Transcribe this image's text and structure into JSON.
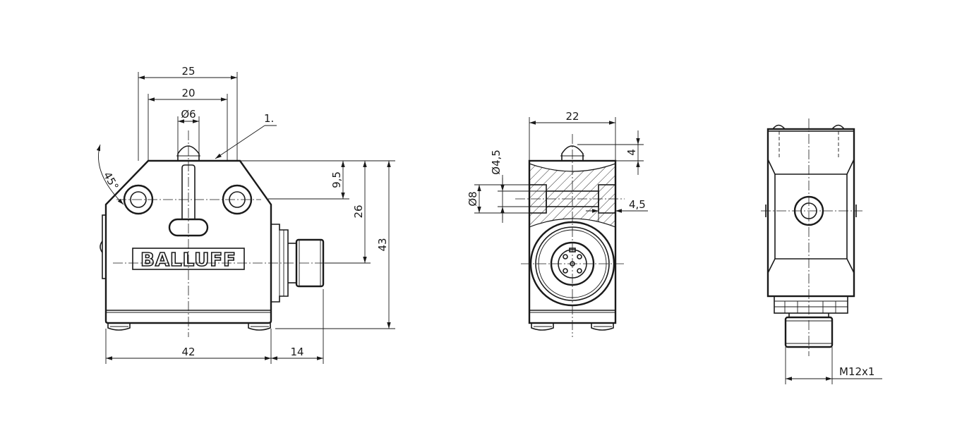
{
  "brand": {
    "logo_text": "BALLUFF"
  },
  "front_view": {
    "dim_width_top": "25",
    "dim_width_inner": "20",
    "dim_plunger_dia": "Ø6",
    "callout": "1.",
    "angle": "45°",
    "dim_hole_offset": "9,5",
    "dim_connector_height": "26",
    "dim_total_height": "43",
    "dim_body_width": "42",
    "dim_connector_length": "14"
  },
  "side_view": {
    "dim_width": "22",
    "dim_plunger_height": "4",
    "dim_hole_dia": "Ø4,5",
    "dim_counterbore_dia": "Ø8",
    "dim_counterbore_depth": "4,5"
  },
  "back_view": {
    "thread_label": "M12x1"
  },
  "colors": {
    "line": "#1a1a1a",
    "background": "#ffffff"
  }
}
